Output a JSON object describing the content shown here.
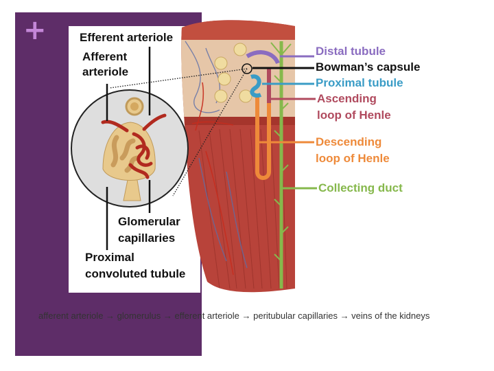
{
  "slide": {
    "plus_symbol": "+"
  },
  "labels": {
    "efferent_arteriole": "Efferent arteriole",
    "afferent_arteriole_line1": "Afferent",
    "afferent_arteriole_line2": "arteriole",
    "glomerular_capillaries_line1": "Glomerular",
    "glomerular_capillaries_line2": "capillaries",
    "proximal_convoluted_line1": "Proximal",
    "proximal_convoluted_line2": "convoluted tubule",
    "distal_tubule": "Distal tubule",
    "bowmans_capsule": "Bowman’s capsule",
    "proximal_tubule": "Proximal tubule",
    "ascending_line1": "Ascending",
    "ascending_line2": "loop of Henle",
    "descending_line1": "Descending",
    "descending_line2": "loop of Henle",
    "collecting_duct": "Collecting duct"
  },
  "colors": {
    "panel": "#5e2d68",
    "plus": "#c487d8",
    "distal_tubule": "#8a6cc0",
    "bowmans_capsule": "#111111",
    "proximal_tubule": "#3a9cc6",
    "ascending_loop": "#b04a5e",
    "descending_loop": "#ee8a3a",
    "collecting_duct": "#86b84c",
    "kidney_tissue": "#b8433a"
  },
  "caption": "afferent arteriole → glomerulus → efferent arteriole → peritubular capillaries → veins of the kidneys"
}
